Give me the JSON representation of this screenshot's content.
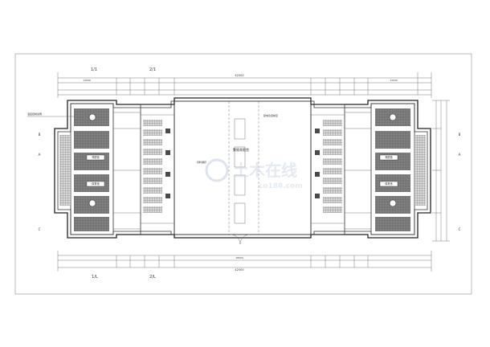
{
  "axis_labels": {
    "top_left": "1/1",
    "top_mid": "2/1",
    "bottom_left": "1/L",
    "bottom_mid": "2/L",
    "left_top": "B",
    "left_mid": "A",
    "left_bottom": "C",
    "right_top": "B",
    "right_mid": "A",
    "right_bottom": "C"
  },
  "dimensions": {
    "overall_top": "42000",
    "overall_bottom": "42000",
    "center_bottom": "18000",
    "side_width": "11500",
    "right_side_width": "11500"
  },
  "room_labels": {
    "center_hall": "繁殖育肥舍",
    "left_upper": "育肥舍",
    "left_lower": "保育舍",
    "right_upper": "育肥舍",
    "right_lower": "保育舍",
    "note_top_left": "温度控制说明",
    "note_center": "配电及控制室",
    "note_center_2": "饲料储存"
  },
  "watermark": {
    "text": "土木在线",
    "sub": "co188.com"
  }
}
